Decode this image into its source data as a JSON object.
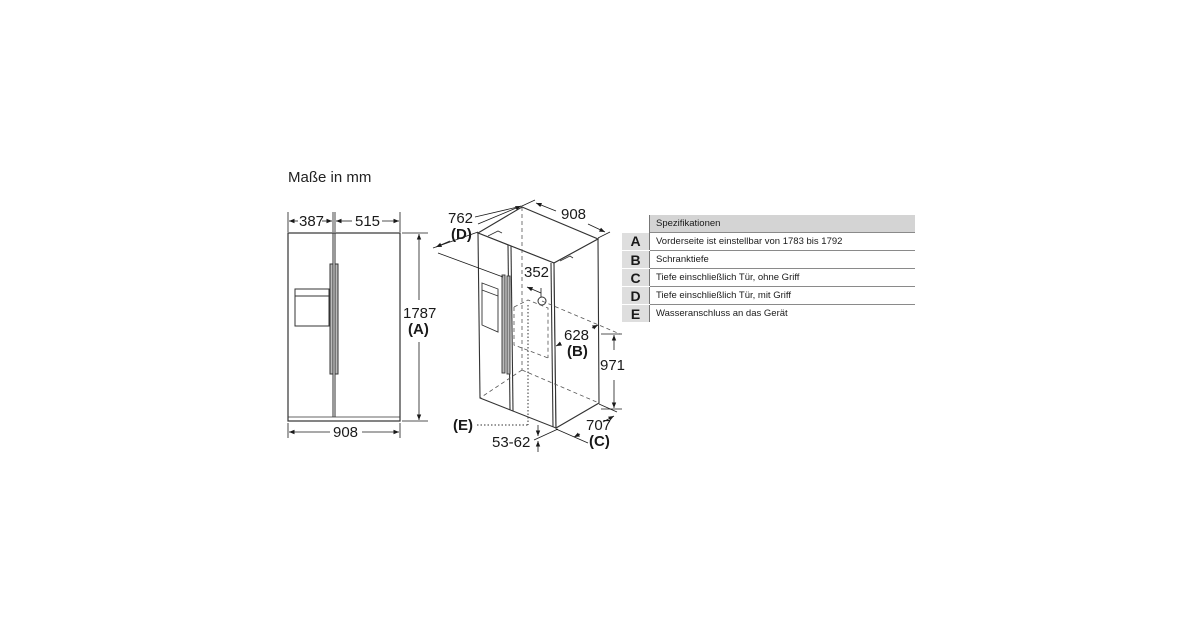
{
  "title": "Maße in mm",
  "front_view": {
    "dim_left_width": "387",
    "dim_right_width": "515",
    "dim_height": "1787",
    "dim_height_key": "(A)",
    "dim_total_width": "908"
  },
  "iso_view": {
    "dim_depth_with_handle": "762",
    "dim_depth_with_handle_key": "(D)",
    "dim_width": "908",
    "dim_water_offset": "352",
    "dim_cabinet_depth": "628",
    "dim_cabinet_depth_key": "(B)",
    "dim_water_height": "971",
    "dim_depth_no_handle": "707",
    "dim_depth_no_handle_key": "(C)",
    "dim_water_key": "(E)",
    "dim_feet": "53-62"
  },
  "spec_table": {
    "header": "Spezifikationen",
    "rows": [
      {
        "key": "A",
        "label": "Vorderseite ist einstellbar von 1783 bis 1792"
      },
      {
        "key": "B",
        "label": "Schranktiefe"
      },
      {
        "key": "C",
        "label": "Tiefe einschließlich Tür, ohne Griff"
      },
      {
        "key": "D",
        "label": "Tiefe einschließlich Tür, mit Griff"
      },
      {
        "key": "E",
        "label": "Wasseranschluss an das Gerät"
      }
    ]
  }
}
